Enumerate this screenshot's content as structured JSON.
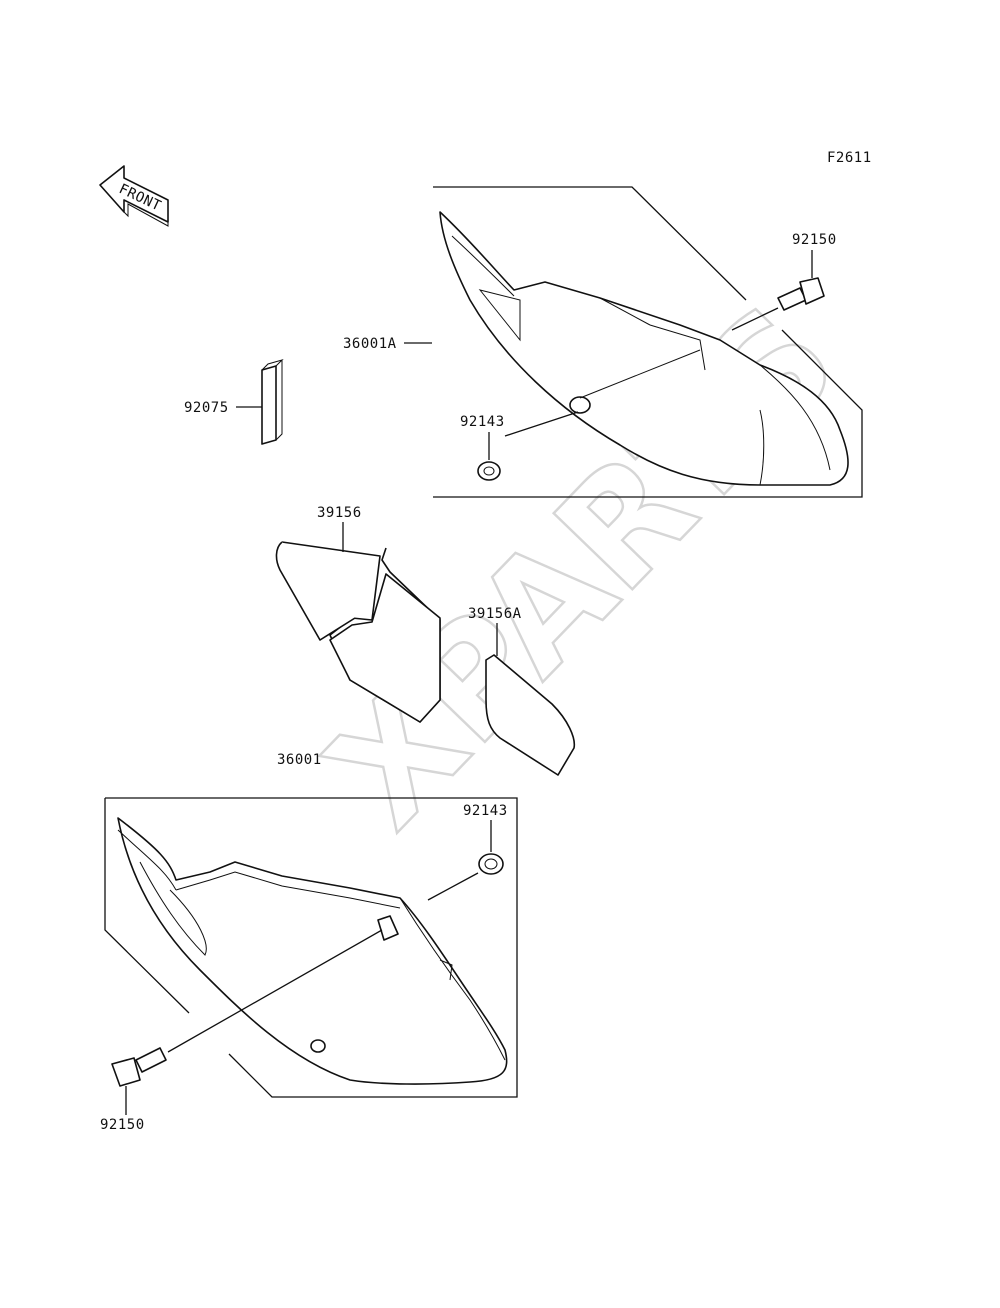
{
  "figure_id": "F2611",
  "front_arrow_text": "FRONT",
  "watermark_text": "XPARTS",
  "callouts": {
    "bolt_upper": "92150",
    "cover_right": "36001A",
    "pad": "92075",
    "grommet_upper": "92143",
    "decal_left": "39156",
    "decal_right": "39156A",
    "cover_left": "36001",
    "grommet_lower": "92143",
    "bolt_lower": "92150"
  }
}
